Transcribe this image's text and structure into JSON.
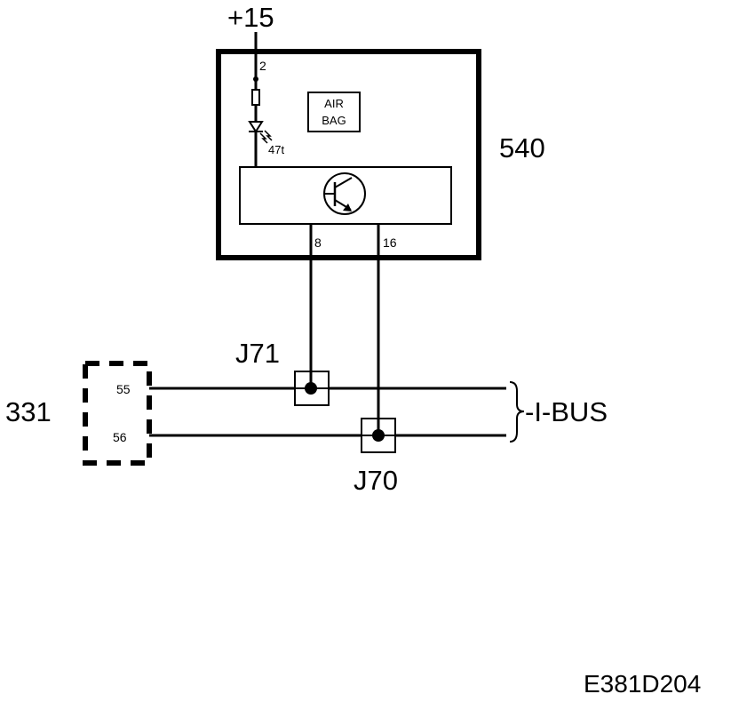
{
  "supply": {
    "label": "+15"
  },
  "module": {
    "id": "540",
    "pin_supply": "2",
    "lamp_label": "47t",
    "badge_line1": "AIR",
    "badge_line2": "BAG",
    "pin_a": "8",
    "pin_b": "16"
  },
  "connector": {
    "id": "331",
    "pin_a": "55",
    "pin_b": "56"
  },
  "junctions": {
    "upper": "J71",
    "lower": "J70"
  },
  "bus": {
    "label": "-I-BUS"
  },
  "figure_code": "E381D204"
}
